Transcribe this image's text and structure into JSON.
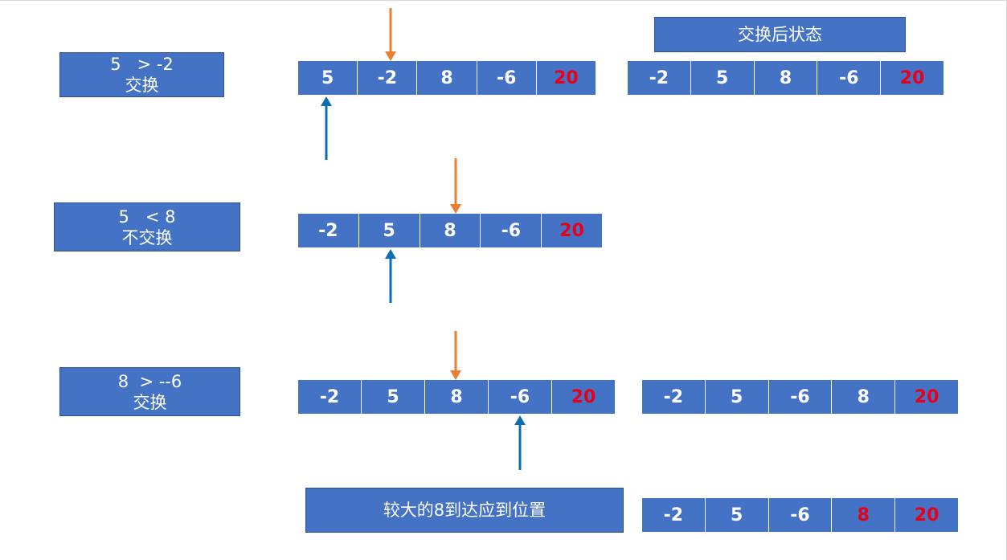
{
  "colors": {
    "box_fill": "#4472c4",
    "text_white": "#ffffff",
    "highlight_red": "#e8001a",
    "arrow_orange": "#ed7d31",
    "arrow_blue": "#0b6eb5"
  },
  "step1": {
    "label_line1": "5   > -2",
    "label_line2": "交换",
    "array": [
      "5",
      "-2",
      "8",
      "-6",
      "20"
    ],
    "after_title": "交换后状态",
    "after_array": [
      "-2",
      "5",
      "8",
      "-6",
      "20"
    ]
  },
  "step2": {
    "label_line1": "5   < 8",
    "label_line2": "不交换",
    "array": [
      "-2",
      "5",
      "8",
      "-6",
      "20"
    ]
  },
  "step3": {
    "label_line1": "8  > --6",
    "label_line2": "交换",
    "array": [
      "-2",
      "5",
      "8",
      "-6",
      "20"
    ],
    "after_array": [
      "-2",
      "5",
      "-6",
      "8",
      "20"
    ]
  },
  "result": {
    "label": "较大的8到达应到位置",
    "array": [
      "-2",
      "5",
      "-6",
      "8",
      "20"
    ]
  },
  "icons": {
    "down_arrow": "down-arrow-icon",
    "up_arrow": "up-arrow-icon"
  }
}
